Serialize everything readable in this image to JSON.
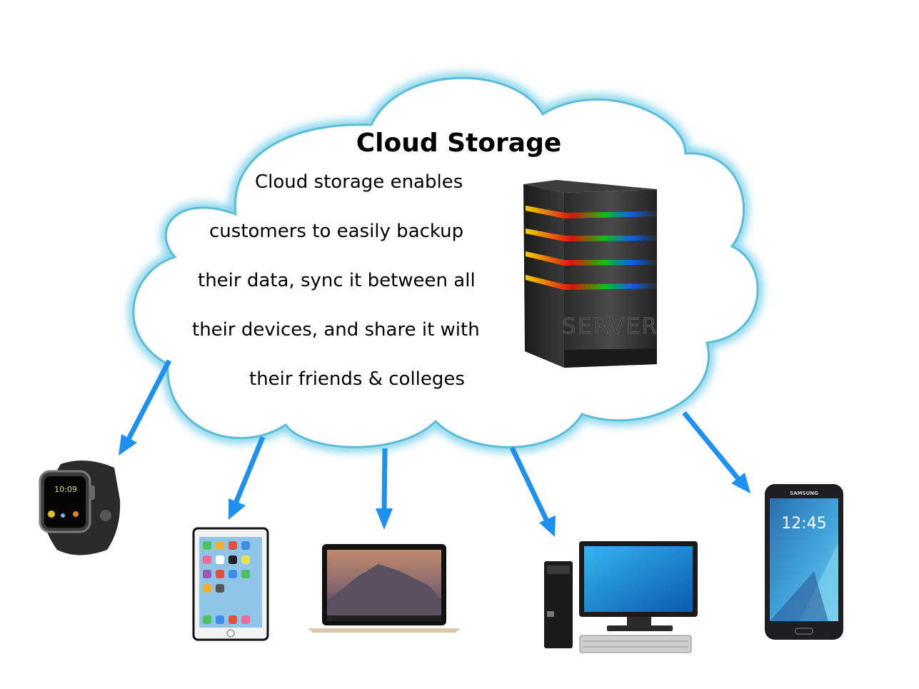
{
  "cloud": {
    "title": "Cloud Storage",
    "lines": [
      "Cloud storage enables",
      "customers to easily backup",
      "their data, sync it between all",
      "their devices, and share it with",
      "their friends & colleges"
    ]
  },
  "server": {
    "label": "SERVER"
  },
  "devices": {
    "watch": {
      "time": "10:09"
    },
    "phone": {
      "brand": "SAMSUNG",
      "time": "12:45"
    }
  },
  "colors": {
    "cloud_glow": "#7fd3ea",
    "arrow": "#1e90f0",
    "led_yellow": "#f0d000",
    "led_red": "#e01010",
    "led_green": "#10c010",
    "led_blue": "#1060f0"
  }
}
